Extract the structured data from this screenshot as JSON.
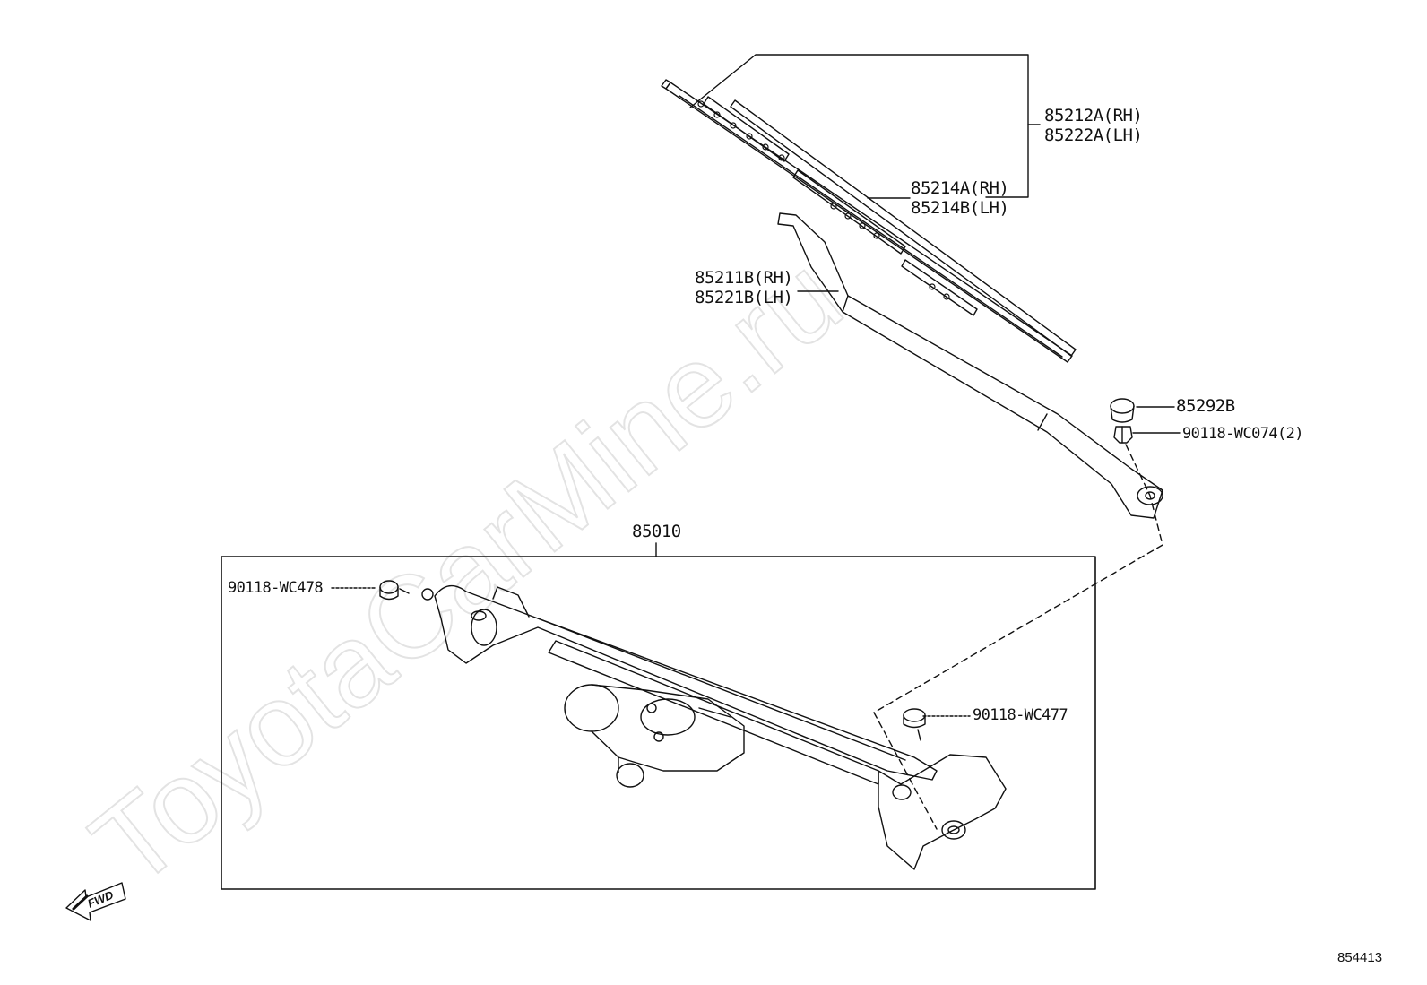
{
  "watermark": "ToyotaCarMine.ru",
  "labels": {
    "wiper_blade_rh": "85212A(RH)",
    "wiper_blade_lh": "85222A(LH)",
    "blade_insert_rh": "85214A(RH)",
    "blade_insert_lh": "85214B(LH)",
    "wiper_arm_rh": "85211B(RH)",
    "wiper_arm_lh": "85221B(LH)",
    "arm_cap": "85292B",
    "arm_nut": "90118-WC074(2)",
    "link_assembly": "85010",
    "bolt_left": "90118-WC478",
    "bolt_right": "90118-WC477"
  },
  "fwd_marker": "FWD",
  "diagram_id": "854413"
}
